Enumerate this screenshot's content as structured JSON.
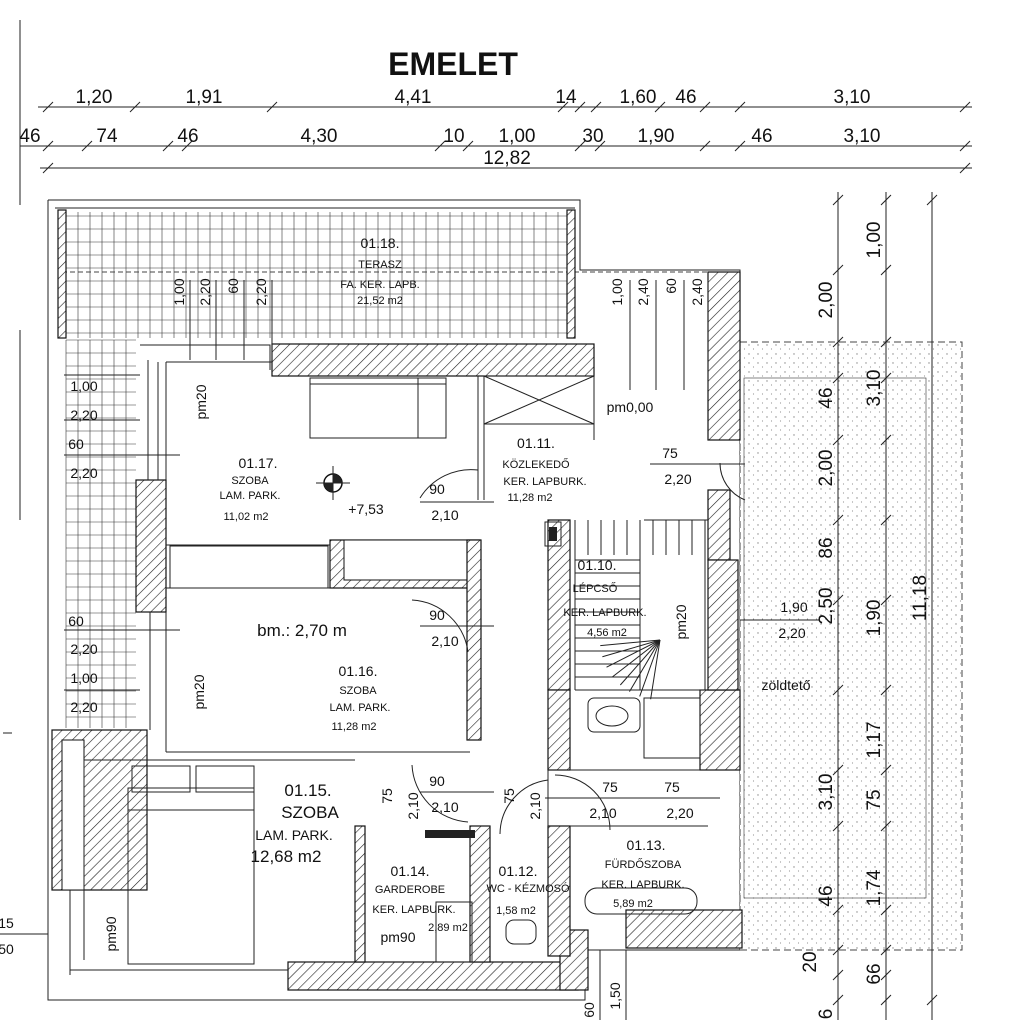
{
  "title": "EMELET",
  "dims_top_row1": [
    "1,20",
    "1,91",
    "4,41",
    "14",
    "1,60",
    "46",
    "3,10"
  ],
  "dims_top_row2": [
    "46",
    "74",
    "46",
    "4,30",
    "10",
    "1,00",
    "30",
    "1,90",
    "46",
    "3,10"
  ],
  "dim_total_width": "12,82",
  "dims_right_outer": [
    "1,00",
    "3,10",
    "1,90",
    "11,18",
    "1,17",
    "75",
    "1,74",
    "66"
  ],
  "dims_right_inner": [
    "2,00",
    "46",
    "2,00",
    "86",
    "2,50",
    "3,10",
    "46",
    "20",
    "6"
  ],
  "dims_left": [
    "1,00",
    "2,20",
    "60",
    "2,20",
    "60",
    "2,20",
    "1,00",
    "2,20"
  ],
  "dims_left_edge": [
    "15",
    "50"
  ],
  "dims_vertical_top_left": [
    "1,00",
    "2,20",
    "60",
    "2,20"
  ],
  "dims_vertical_top_right": [
    "1,00",
    "2,40",
    "60",
    "2,40"
  ],
  "dims_bottom": [
    "60",
    "1,50"
  ],
  "rooms": {
    "terasz": {
      "code": "01.18.",
      "name": "TERASZ",
      "finish": "FA. KER. LAPB.",
      "area": "21,52 m2"
    },
    "szoba17": {
      "code": "01.17.",
      "name": "SZOBA",
      "finish": "LAM. PARK.",
      "area": "11,02 m2"
    },
    "kozlekedo": {
      "code": "01.11.",
      "name": "KÖZLEKEDŐ",
      "finish": "KER. LAPBURK.",
      "area": "11,28 m2"
    },
    "lepcso": {
      "code": "01.10.",
      "name": "LÉPCSŐ",
      "finish": "KER. LAPBURK.",
      "area": "4,56 m2"
    },
    "szoba16": {
      "code": "01.16.",
      "name": "SZOBA",
      "finish": "LAM. PARK.",
      "area": "11,28 m2"
    },
    "szoba15": {
      "code": "01.15.",
      "name": "SZOBA",
      "finish": "LAM. PARK.",
      "area": "12,68 m2"
    },
    "garderobe": {
      "code": "01.14.",
      "name": "GARDEROBE",
      "finish": "KER. LAPBURK.",
      "area": "2,89 m2"
    },
    "wc": {
      "code": "01.12.",
      "name": "WC - KÉZMOSÓ",
      "area": "1,58 m2"
    },
    "furdo": {
      "code": "01.13.",
      "name": "FÜRDŐSZOBA",
      "finish": "KER. LAPBURK.",
      "area": "5,89 m2"
    }
  },
  "labels": {
    "pm20": "pm20",
    "pm0": "pm0,00",
    "pm90": "pm90",
    "level": "+7,53",
    "ceiling": "bm.: 2,70 m",
    "green_roof": "zöldtető"
  },
  "openings": {
    "d90": "90",
    "d210": "2,10",
    "d75": "75",
    "d220": "2,20",
    "d190": "1,90"
  }
}
